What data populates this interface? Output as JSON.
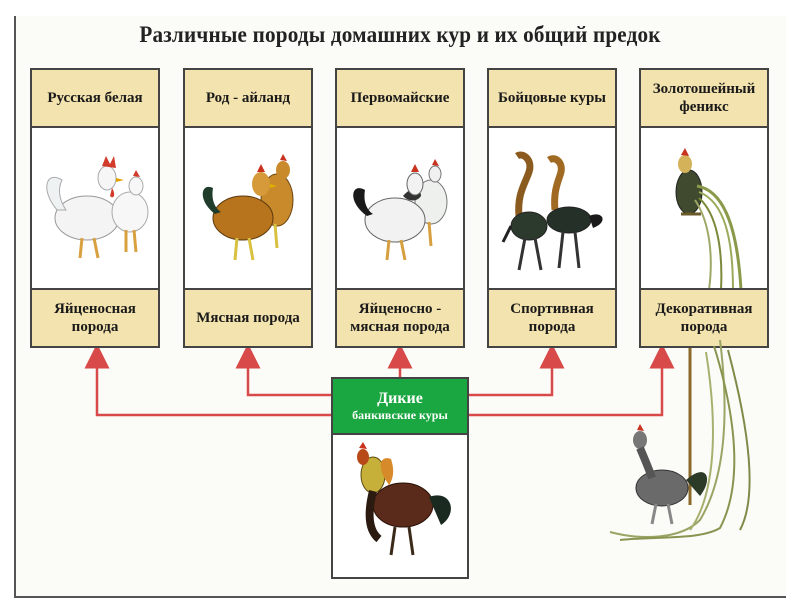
{
  "title": "Различные породы домашних кур и их общий предок",
  "breeds": [
    {
      "name": "Русская белая",
      "purpose": "Яйценосная порода"
    },
    {
      "name": "Род - айланд",
      "purpose": "Мясная порода"
    },
    {
      "name": "Первомайские",
      "purpose": "Яйценосно - мясная порода"
    },
    {
      "name": "Бойцовые куры",
      "purpose": "Спортивная порода"
    },
    {
      "name": "Золотошейный феникс",
      "purpose": "Декоративная порода"
    }
  ],
  "ancestor": {
    "line1": "Дикие",
    "line2": "банкивские куры"
  },
  "colors": {
    "header_bg": "#f3e3ae",
    "ancestor_bg": "#1aa640",
    "arrow": "#d84a4a"
  }
}
